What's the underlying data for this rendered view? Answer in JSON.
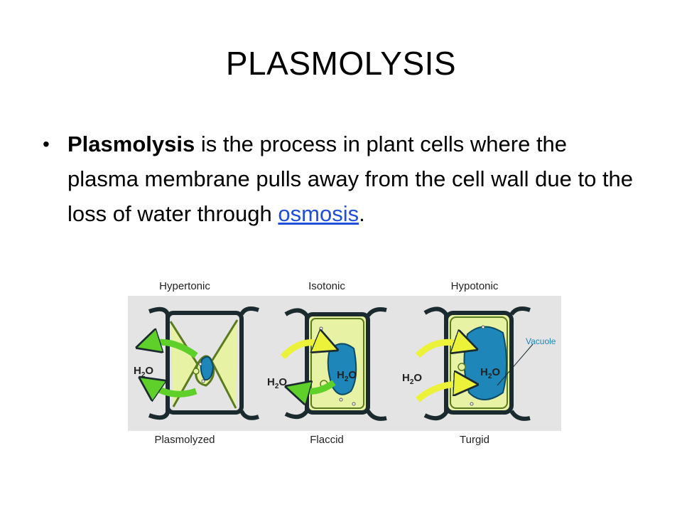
{
  "slide": {
    "title": "PLASMOLYSIS",
    "bullet": {
      "term": "Plasmolysis",
      "text": " is the process in plant cells where the plasma membrane pulls away from the cell wall due to the loss of water through ",
      "link": "osmosis",
      "end": "."
    }
  },
  "figure": {
    "top_labels": [
      "Hypertonic",
      "Isotonic",
      "Hypotonic"
    ],
    "bottom_labels": [
      "Plasmolyzed",
      "Flaccid",
      "Turgid"
    ],
    "vacuole_label": "Vacuole",
    "water": "H",
    "water_sub": "2",
    "water_end": "O",
    "colors": {
      "panel": "#e4e4e4",
      "wall": "#1b2a2e",
      "cytoplasm": "#e8f2a4",
      "vacuole": "#1e86b8",
      "arrow_out": "#5fd02a",
      "arrow_in": "#ecf13a",
      "link": "#1f4fd8"
    }
  }
}
